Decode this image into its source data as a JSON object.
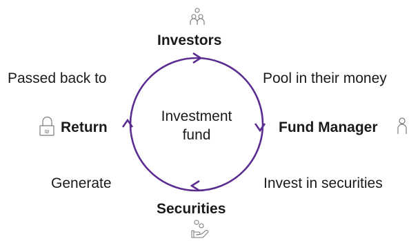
{
  "center": {
    "line1": "Investment",
    "line2": "fund"
  },
  "nodes": {
    "top": {
      "label": "Investors",
      "icon": "group-people-icon"
    },
    "right": {
      "label": "Fund Manager",
      "icon": "person-icon"
    },
    "bottom": {
      "label": "Securities",
      "icon": "hand-coins-icon"
    },
    "left": {
      "label": "Return",
      "icon": "lock-icon"
    }
  },
  "steps": {
    "top_right": "Pool in their money",
    "bottom_right": "Invest in securities",
    "bottom_left": "Generate",
    "top_left": "Passed back to"
  },
  "colors": {
    "cycle": "#5b2d91",
    "text": "#1a1a1a",
    "icon": "#7a7a7a"
  }
}
